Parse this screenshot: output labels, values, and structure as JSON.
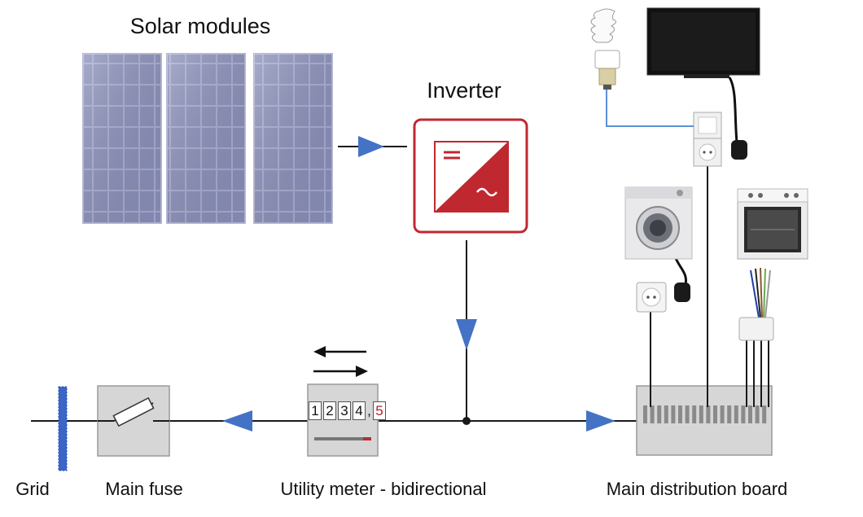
{
  "labels": {
    "solar_modules": "Solar modules",
    "inverter": "Inverter",
    "grid": "Grid",
    "main_fuse": "Main fuse",
    "utility_meter": "Utility meter - bidirectional",
    "main_distribution_board": "Main distribution board"
  },
  "meter": {
    "digits": [
      "1",
      "2",
      "3",
      "4"
    ],
    "separator": ",",
    "decimal": "5"
  },
  "colors": {
    "flow_arrow": "#4472c4",
    "wire": "#1a1a1a",
    "inverter_accent": "#c0282f",
    "panel_cell": "#8e92b8",
    "grid_bar": "#3a66c8",
    "light_wire": "#5b8fd6"
  },
  "icons": {
    "bulb": "energy-saving-bulb-icon",
    "tv": "television-icon",
    "washer": "washing-machine-icon",
    "oven": "oven-icon",
    "socket": "power-socket-icon",
    "switch": "light-switch-icon",
    "plug": "power-plug-icon"
  }
}
